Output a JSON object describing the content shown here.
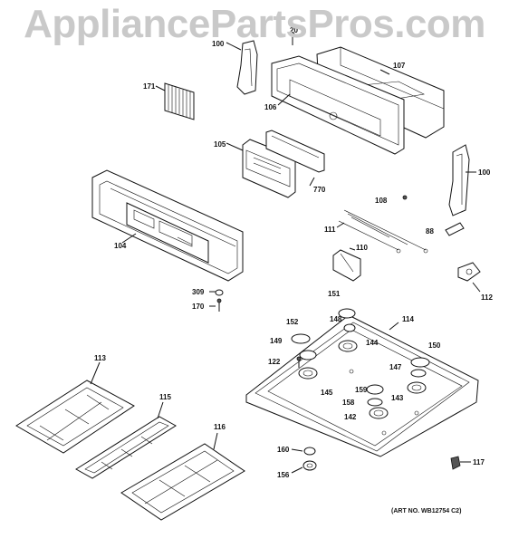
{
  "watermark": "AppliancePartsPros.com",
  "art_note": "(ART NO. WB12754 C2)",
  "callouts": {
    "p20": "20",
    "p100a": "100",
    "p100b": "100",
    "p107": "107",
    "p171": "171",
    "p106": "106",
    "p105": "105",
    "p770": "770",
    "p108": "108",
    "p104": "104",
    "p111": "111",
    "p88": "88",
    "p110": "110",
    "p112": "112",
    "p309": "309",
    "p170": "170",
    "p151": "151",
    "p114": "114",
    "p152": "152",
    "p148": "148",
    "p149": "149",
    "p144": "144",
    "p150": "150",
    "p122": "122",
    "p147": "147",
    "p159": "159",
    "p145": "145",
    "p143": "143",
    "p158": "158",
    "p142": "142",
    "p113": "113",
    "p115": "115",
    "p116": "116",
    "p160": "160",
    "p156": "156",
    "p117": "117"
  }
}
